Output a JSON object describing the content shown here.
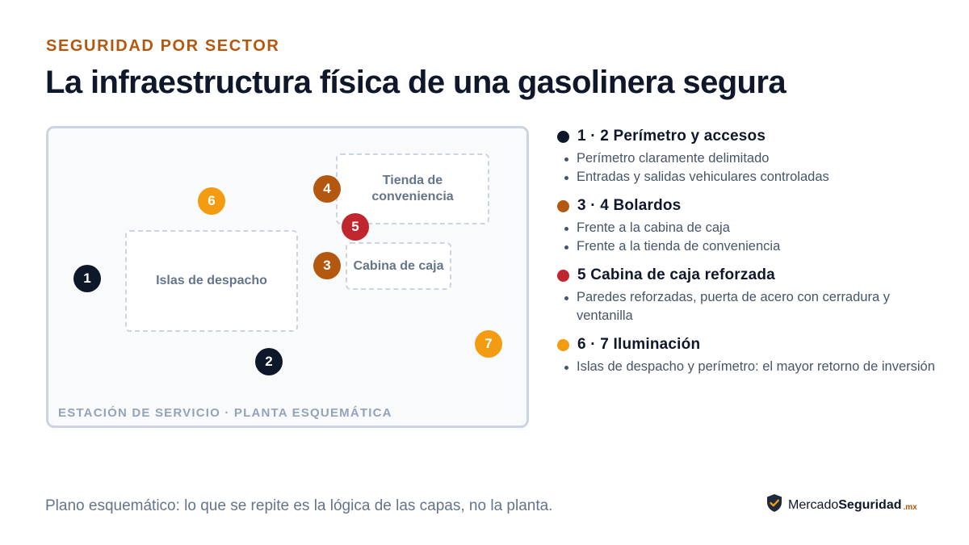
{
  "header": {
    "eyebrow": "SEGURIDAD POR SECTOR",
    "title": "La infraestructura física de una gasolinera segura"
  },
  "plan": {
    "caption": "ESTACIÓN DE SERVICIO · PLANTA ESQUEMÁTICA",
    "zones": {
      "islas": "Islas de despacho",
      "tienda": "Tienda de conveniencia",
      "cabina": "Cabina de caja"
    },
    "markers": [
      "1",
      "2",
      "3",
      "4",
      "5",
      "6",
      "7"
    ]
  },
  "legend": [
    {
      "title": "1 · 2 Perímetro y accesos",
      "color": "#0f172a",
      "items": [
        "Perímetro claramente delimitado",
        "Entradas y salidas vehiculares controladas"
      ]
    },
    {
      "title": "3 · 4 Bolardos",
      "color": "#b4570f",
      "items": [
        "Frente a la cabina de caja",
        "Frente a la tienda de conveniencia"
      ]
    },
    {
      "title": "5 Cabina de caja reforzada",
      "color": "#c0262d",
      "items": [
        "Paredes reforzadas, puerta de acero con cerradura y ventanilla"
      ]
    },
    {
      "title": "6 · 7 Iluminación",
      "color": "#f39c12",
      "items": [
        "Islas de despacho y perímetro: el mayor retorno de inversión"
      ]
    }
  ],
  "footer": {
    "note": "Plano esquemático: lo que se repite es la lógica de las capas, no la planta.",
    "brand_regular": "Mercado",
    "brand_bold": "Seguridad",
    "brand_tld": ".mx",
    "brand_icon": "shield-check-icon"
  }
}
